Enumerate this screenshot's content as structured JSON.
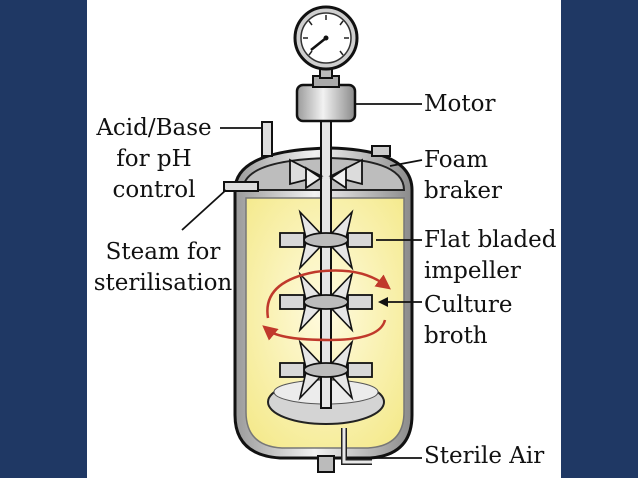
{
  "labels": {
    "motor": "Motor",
    "foam_line1": "Foam",
    "foam_line2": "braker",
    "impeller_line1": "Flat bladed",
    "impeller_line2": "impeller",
    "broth_line1": "Culture",
    "broth_line2": "broth",
    "sterile_air": "Sterile Air",
    "acid_line1": "Acid/Base",
    "acid_line2": "for pH",
    "acid_line3": "control",
    "steam_line1": "Steam for",
    "steam_line2": "sterilisation"
  },
  "colors": {
    "background": "#1f3864",
    "panel": "#ffffff",
    "broth": "#fbf3b2",
    "vessel": "#cfcfcf",
    "arrow": "#c0392b"
  }
}
